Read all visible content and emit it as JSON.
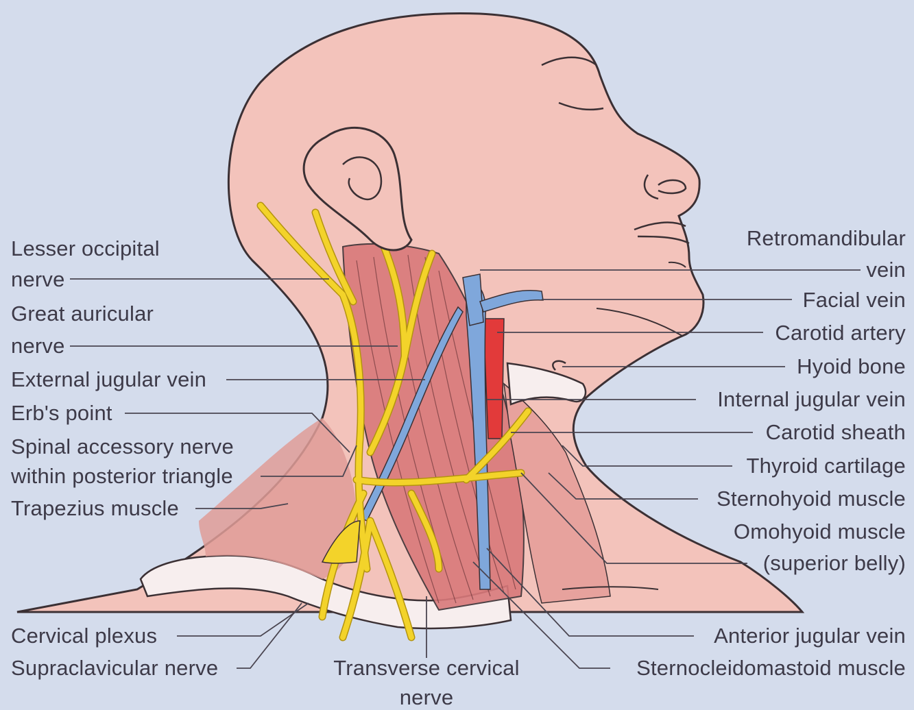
{
  "figure": {
    "background_color": "#d4dcec",
    "colors": {
      "skin": "#f3c3bb",
      "muscle": "#d9797a",
      "nerve": "#f3d32a",
      "vein": "#7fa7db",
      "artery": "#e23a3a",
      "bone": "#f7eeee",
      "outline": "#3b3034",
      "leader": "#4a4550"
    }
  },
  "labels": {
    "lesser_occipital": [
      "Lesser occipital",
      "nerve"
    ],
    "great_auricular": [
      "Great auricular",
      "nerve"
    ],
    "external_jugular": "External jugular vein",
    "erbs_point": "Erb's point",
    "spinal_accessory": [
      "Spinal accessory nerve",
      "within posterior triangle"
    ],
    "trapezius": "Trapezius muscle",
    "cervical_plexus": "Cervical plexus",
    "supraclavicular": "Supraclavicular nerve",
    "transverse_cervical": [
      "Transverse cervical",
      "nerve"
    ],
    "retromandibular": [
      "Retromandibular",
      "vein"
    ],
    "facial_vein": "Facial vein",
    "carotid_artery": "Carotid artery",
    "hyoid_bone": "Hyoid bone",
    "internal_jugular": "Internal jugular vein",
    "carotid_sheath": "Carotid sheath",
    "thyroid_cartilage": "Thyroid cartilage",
    "sternohyoid": "Sternohyoid muscle",
    "omohyoid": [
      "Omohyoid muscle",
      "(superior belly)"
    ],
    "anterior_jugular": "Anterior jugular vein",
    "sternocleidomastoid": "Sternocleidomastoid muscle"
  }
}
